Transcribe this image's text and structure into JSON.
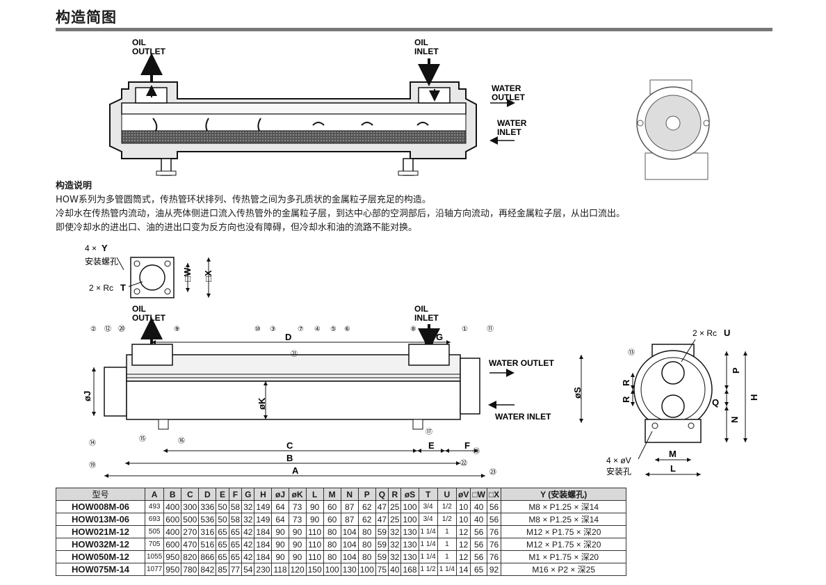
{
  "page": {
    "heading": "构造简图"
  },
  "description": {
    "subheading": "构造说明",
    "lines": [
      "HOW系列为多管圆筒式，传热管环状排列、传热管之间为多孔质状的金属粒子层充足的构造。",
      "冷却水在传热管内流动，油从壳体侧进口流入传热管外的金属粒子层，到达中心部的空洞部后，沿轴方向流动，再经金属粒子层，从出口流出。",
      "即使冷却水的进出口、油的进出口变为反方向也没有障碍，但冷却水和油的流路不能对换。"
    ]
  },
  "schematic": {
    "oil_outlet": [
      "OIL",
      "OUTLET"
    ],
    "oil_inlet": [
      "OIL",
      "INLET"
    ],
    "water_outlet": [
      "WATER",
      "OUTLET"
    ],
    "water_inlet": [
      "WATER",
      "INLET"
    ]
  },
  "dimension_drawing": {
    "mount_hole_count": "4 × ",
    "mount_hole_sym": "Y",
    "mount_hole_text": "安装螺孔",
    "port_t_prefix": "2 × Rc ",
    "port_t_sym": "T",
    "port_u_prefix": "2 × Rc ",
    "port_u_sym": "U",
    "foot_hole_prefix": "4 × øV",
    "foot_hole_text": "安装孔",
    "oil_outlet": [
      "OIL",
      "OUTLET"
    ],
    "oil_inlet": [
      "OIL",
      "INLET"
    ],
    "water_outlet": "WATER OUTLET",
    "water_inlet": "WATER INLET",
    "dims": {
      "A": "A",
      "B": "B",
      "C": "C",
      "D": "D",
      "E": "E",
      "F": "F",
      "G": "G",
      "H": "H",
      "J": "øJ",
      "K": "øK",
      "L": "L",
      "M": "M",
      "N": "N",
      "P": "P",
      "Q": "Q",
      "R": "R",
      "S": "øS",
      "W": "□W",
      "X": "□X"
    },
    "callouts": [
      "①",
      "②",
      "③",
      "④",
      "⑤",
      "⑥",
      "⑦",
      "⑧",
      "⑨",
      "⑩",
      "⑪",
      "⑫",
      "⑬",
      "⑭",
      "⑮",
      "⑯",
      "⑰",
      "⑱",
      "⑲",
      "⑳",
      "㉑",
      "㉒",
      "㉓"
    ]
  },
  "spec_table": {
    "headers": [
      "型号",
      "A",
      "B",
      "C",
      "D",
      "E",
      "F",
      "G",
      "H",
      "øJ",
      "øK",
      "L",
      "M",
      "N",
      "P",
      "Q",
      "R",
      "øS",
      "T",
      "U",
      "øV",
      "□W",
      "□X",
      "Y (安装螺孔)"
    ],
    "rows": [
      [
        "HOW008M-06",
        "493",
        "400",
        "300",
        "336",
        "50",
        "58",
        "32",
        "149",
        "64",
        "73",
        "90",
        "60",
        "87",
        "62",
        "47",
        "25",
        "100",
        "3/4",
        "1/2",
        "10",
        "40",
        "56",
        "M8 × P1.25 × 深14"
      ],
      [
        "HOW013M-06",
        "693",
        "600",
        "500",
        "536",
        "50",
        "58",
        "32",
        "149",
        "64",
        "73",
        "90",
        "60",
        "87",
        "62",
        "47",
        "25",
        "100",
        "3/4",
        "1/2",
        "10",
        "40",
        "56",
        "M8 × P1.25 × 深14"
      ],
      [
        "HOW021M-12",
        "505",
        "400",
        "270",
        "316",
        "65",
        "65",
        "42",
        "184",
        "90",
        "90",
        "110",
        "80",
        "104",
        "80",
        "59",
        "32",
        "130",
        "1 1/4",
        "1",
        "12",
        "56",
        "76",
        "M12 × P1.75 × 深20"
      ],
      [
        "HOW032M-12",
        "705",
        "600",
        "470",
        "516",
        "65",
        "65",
        "42",
        "184",
        "90",
        "90",
        "110",
        "80",
        "104",
        "80",
        "59",
        "32",
        "130",
        "1 1/4",
        "1",
        "12",
        "56",
        "76",
        "M12 × P1.75 × 深20"
      ],
      [
        "HOW050M-12",
        "1055",
        "950",
        "820",
        "866",
        "65",
        "65",
        "42",
        "184",
        "90",
        "90",
        "110",
        "80",
        "104",
        "80",
        "59",
        "32",
        "130",
        "1 1/4",
        "1",
        "12",
        "56",
        "76",
        "M1 × P1.75 × 深20"
      ],
      [
        "HOW075M-14",
        "1077",
        "950",
        "780",
        "842",
        "85",
        "77",
        "54",
        "230",
        "118",
        "120",
        "150",
        "100",
        "130",
        "100",
        "75",
        "40",
        "168",
        "1 1/2",
        "1 1/4",
        "14",
        "65",
        "92",
        "M16 × P2 × 深25"
      ]
    ]
  }
}
